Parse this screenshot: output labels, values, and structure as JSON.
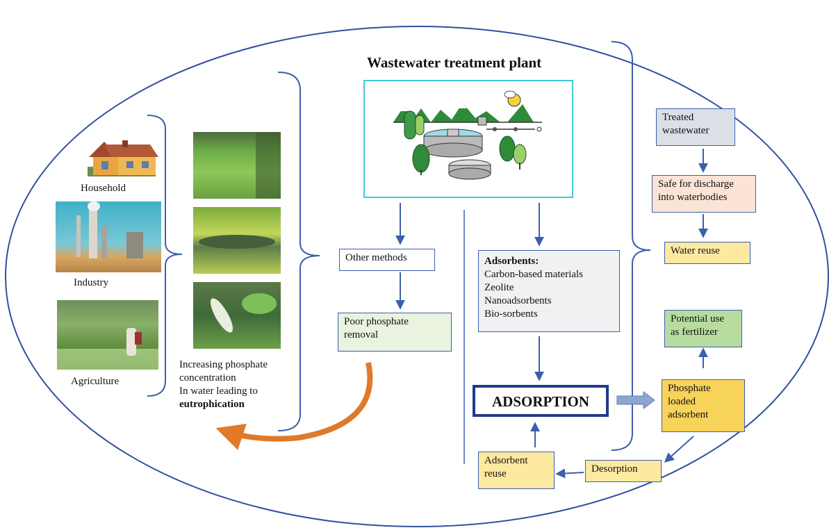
{
  "title": "Wastewater treatment plant",
  "sources": {
    "household": "Household",
    "industry": "Industry",
    "agriculture": "Agriculture"
  },
  "caption": {
    "line1": "Increasing phosphate",
    "line2": "concentration",
    "line3": "In water leading to",
    "line4_bold": "eutrophication"
  },
  "other_methods": "Other methods",
  "poor_removal": {
    "line1": "Poor phosphate",
    "line2": "removal"
  },
  "adsorbents": {
    "heading": "Adsorbents:",
    "items": [
      "Carbon-based materials",
      "Zeolite",
      "Nanoadsorbents",
      "Bio-sorbents"
    ]
  },
  "adsorption": "ADSORPTION",
  "adsorbent_reuse": {
    "line1": "Adsorbent",
    "line2": "reuse"
  },
  "desorption": "Desorption",
  "phosphate_loaded": {
    "line1": "Phosphate",
    "line2": "loaded",
    "line3": "adsorbent"
  },
  "fertilizer": {
    "line1": "Potential use",
    "line2": "as fertilizer"
  },
  "treated": {
    "line1": "Treated",
    "line2": "wastewater"
  },
  "safe": {
    "line1": "Safe for discharge",
    "line2": "into waterbodies"
  },
  "water_reuse": "Water reuse",
  "colors": {
    "outline_blue": "#2f4f9e",
    "arrow_blue": "#3a5fb0",
    "cyan_frame": "#40c8d8",
    "orange_arrow": "#e07a2a",
    "yellow_fill": "#fde9a0",
    "green_fill": "#b8dca0",
    "light_green_fill": "#eaf3e0",
    "grey_fill": "#dcdfe6",
    "peach_fill": "#fbe4d5"
  }
}
